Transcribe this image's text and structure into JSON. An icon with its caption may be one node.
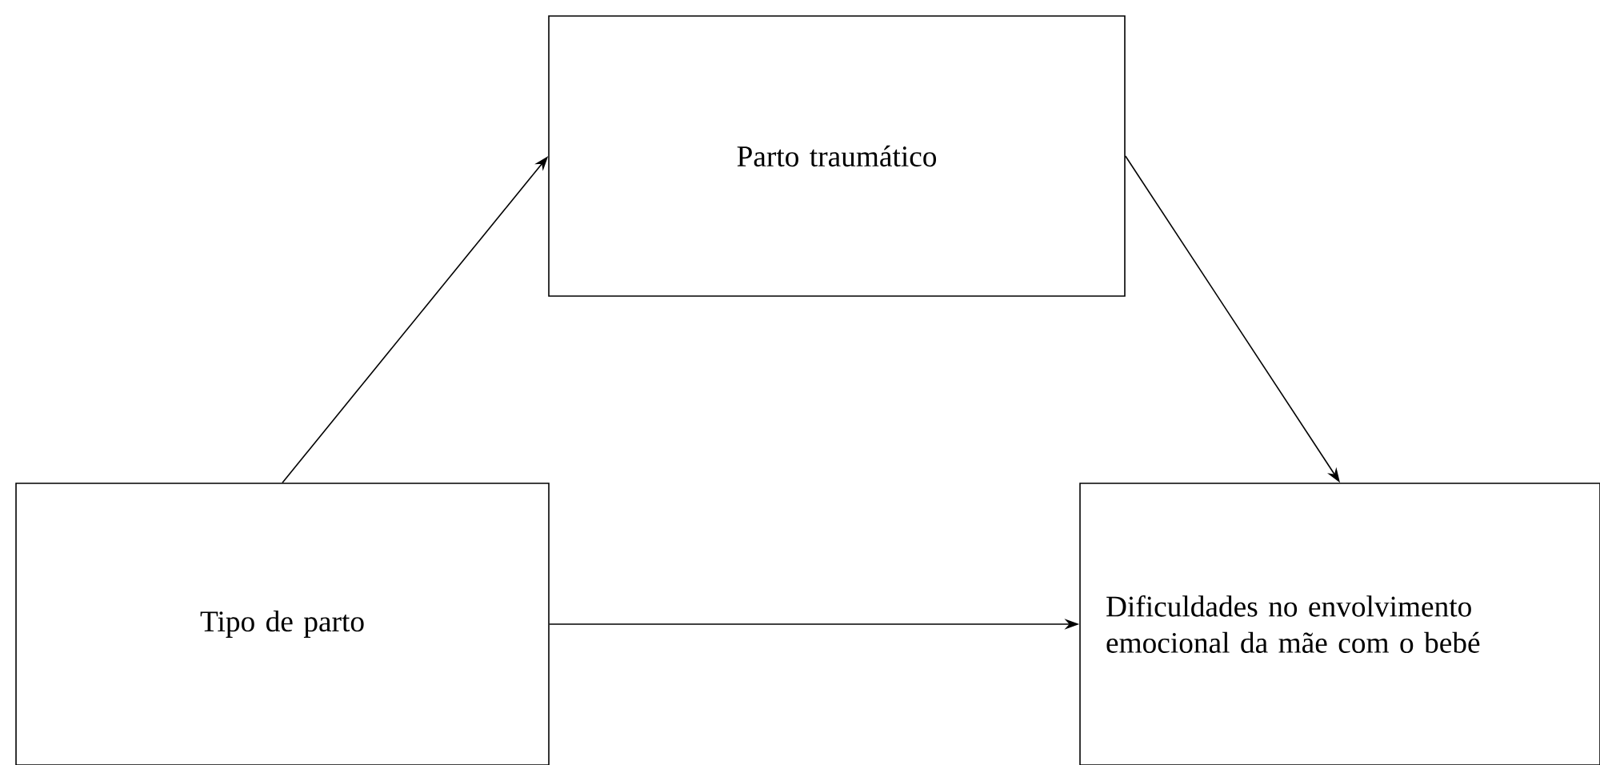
{
  "diagram": {
    "nodes": [
      {
        "text": [
          "Tipo de parto"
        ]
      },
      {
        "text": [
          "Parto traumático"
        ]
      },
      {
        "text": [
          "Dificuldades no envolvimento emocional da mãe com o bebé"
        ]
      }
    ],
    "edges": [
      {
        "from": 0,
        "to": 1,
        "arrow": "to"
      },
      {
        "from": 1,
        "to": 2,
        "arrow": "to"
      },
      {
        "from": 0,
        "to": 2,
        "arrow": "to"
      }
    ]
  }
}
